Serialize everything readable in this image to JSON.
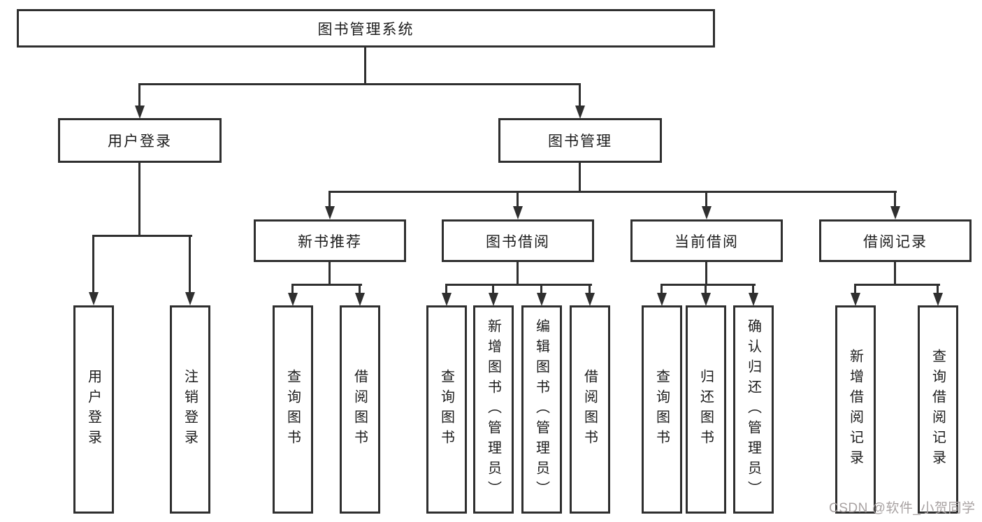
{
  "diagram_type": "hierarchy-tree",
  "colors": {
    "line": "#2f2f2f",
    "node-text": "#1c1c1c",
    "watermark": "#a8a2a2",
    "background": "#ffffff"
  },
  "watermark": "CSDN @软件_小贺同学",
  "tree": {
    "label": "图书管理系统",
    "children": [
      {
        "label": "用户登录",
        "children": [
          {
            "label": "用户登录"
          },
          {
            "label": "注销登录"
          }
        ]
      },
      {
        "label": "图书管理",
        "children": [
          {
            "label": "新书推荐",
            "children": [
              {
                "label": "查询图书"
              },
              {
                "label": "借阅图书"
              }
            ]
          },
          {
            "label": "图书借阅",
            "children": [
              {
                "label": "查询图书"
              },
              {
                "label": "新增图书（管理员）"
              },
              {
                "label": "编辑图书（管理员）"
              },
              {
                "label": "借阅图书"
              }
            ]
          },
          {
            "label": "当前借阅",
            "children": [
              {
                "label": "查询图书"
              },
              {
                "label": "归还图书"
              },
              {
                "label": "确认归还（管理员）"
              }
            ]
          },
          {
            "label": "借阅记录",
            "children": [
              {
                "label": "新增借阅记录"
              },
              {
                "label": "查询借阅记录"
              }
            ]
          }
        ]
      }
    ]
  }
}
